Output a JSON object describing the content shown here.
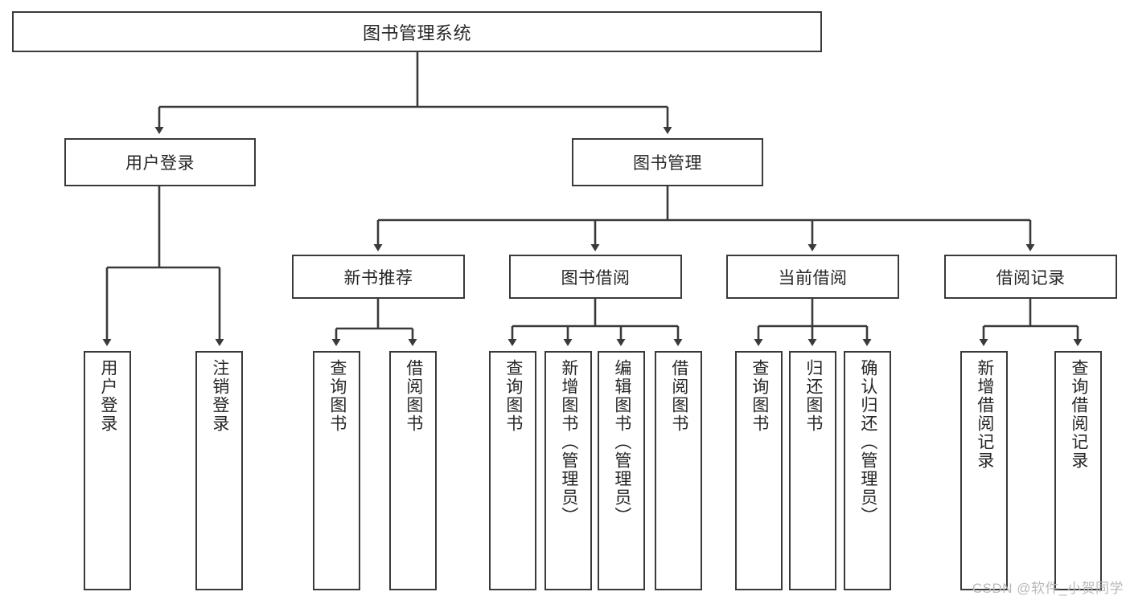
{
  "diagram": {
    "type": "tree",
    "title": "图书管理系统",
    "watermark": "CSDN @软件_小贺同学",
    "colors": {
      "box_border": "#3a3a3a",
      "box_fill": "#ffffff",
      "edge": "#3a3a3a",
      "text": "#262626",
      "watermark": "#b9b9b9",
      "background": "#ffffff"
    },
    "root": {
      "label": "图书管理系统"
    },
    "level2": [
      {
        "label": "用户登录"
      },
      {
        "label": "图书管理"
      }
    ],
    "level3": [
      {
        "label": "新书推荐"
      },
      {
        "label": "图书借阅"
      },
      {
        "label": "当前借阅"
      },
      {
        "label": "借阅记录"
      }
    ],
    "leaves": {
      "user_login": [
        {
          "label": "用户登录"
        },
        {
          "label": "注销登录"
        }
      ],
      "new_book_recommend": [
        {
          "label": "查询图书"
        },
        {
          "label": "借阅图书"
        }
      ],
      "book_borrow": [
        {
          "label": "查询图书"
        },
        {
          "label": "新增图书（管理员）"
        },
        {
          "label": "编辑图书（管理员）"
        },
        {
          "label": "借阅图书"
        }
      ],
      "current_borrow": [
        {
          "label": "查询图书"
        },
        {
          "label": "归还图书"
        },
        {
          "label": "确认归还（管理员）"
        }
      ],
      "borrow_record": [
        {
          "label": "新增借阅记录"
        },
        {
          "label": "查询借阅记录"
        }
      ]
    }
  }
}
